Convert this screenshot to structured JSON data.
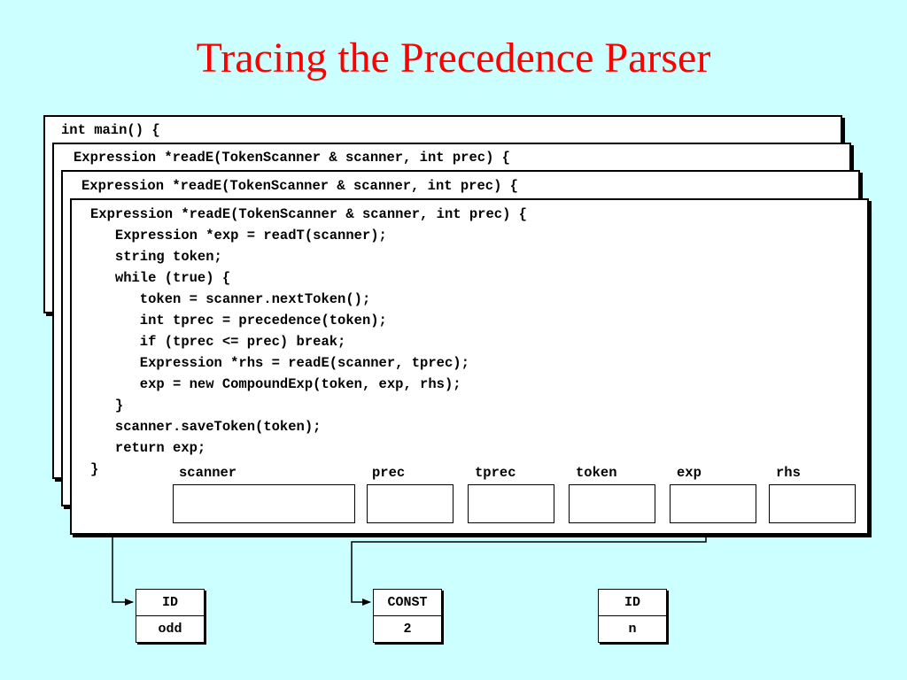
{
  "title": "Tracing the Precedence Parser",
  "frames": {
    "main_header": "int main() {",
    "readE_header_1": "Expression *readE(TokenScanner & scanner, int prec) {",
    "readE_header_2": "Expression *readE(TokenScanner & scanner, int prec) {",
    "current_code": [
      "Expression *readE(TokenScanner & scanner, int prec) {",
      "   Expression *exp = readT(scanner);",
      "   string token;",
      "   while (true) {",
      "      token = scanner.nextToken();",
      "      int tprec = precedence(token);",
      "      if (tprec <= prec) break;",
      "      Expression *rhs = readE(scanner, tprec);",
      "      exp = new CompoundExp(token, exp, rhs);",
      "   }",
      "   scanner.saveToken(token);",
      "   return exp;",
      "}"
    ]
  },
  "variables": [
    {
      "name": "scanner",
      "value": ""
    },
    {
      "name": "prec",
      "value": ""
    },
    {
      "name": "tprec",
      "value": ""
    },
    {
      "name": "token",
      "value": ""
    },
    {
      "name": "exp",
      "value": ""
    },
    {
      "name": "rhs",
      "value": ""
    }
  ],
  "nodes": [
    {
      "type": "ID",
      "value": "odd"
    },
    {
      "type": "CONST",
      "value": "2"
    },
    {
      "type": "ID",
      "value": "n"
    }
  ],
  "colors": {
    "background": "#ccffff",
    "title": "#ff0000"
  }
}
